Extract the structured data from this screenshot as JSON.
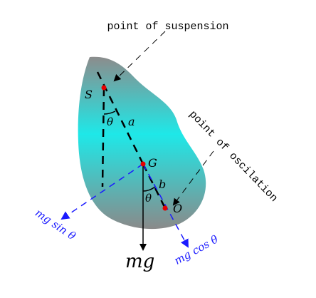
{
  "labels": {
    "point_of_suspension": "point of suspension",
    "point_of_oscillation": "point of oscilation",
    "S": "S",
    "G": "G",
    "O": "O",
    "a": "a",
    "b": "b",
    "theta_upper": "θ",
    "theta_lower": "θ",
    "mg": "mg",
    "mg_sin_theta": "mg sin θ",
    "mg_cos_theta": "mg cos θ"
  },
  "colors": {
    "body_gradient_edge": "#8a8a8a",
    "body_gradient_center": "#1de6e6",
    "force_components": "#1a1aff",
    "points": "#e60000",
    "lines": "#000000"
  }
}
